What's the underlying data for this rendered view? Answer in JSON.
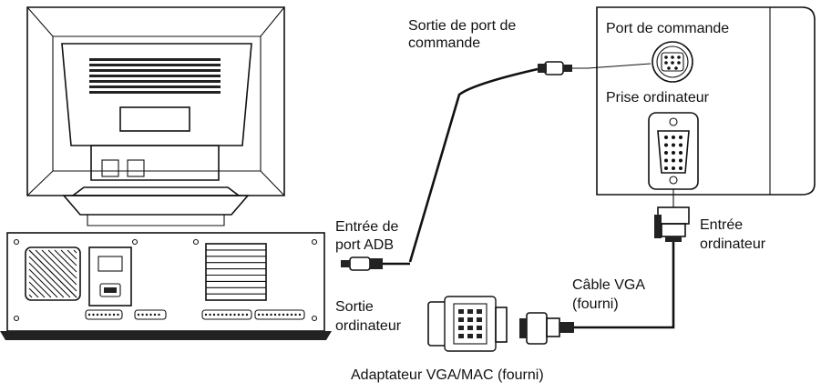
{
  "labels": {
    "command_port_output": [
      "Sortie de port de",
      "commande"
    ],
    "command_port": "Port de commande",
    "computer_socket": "Prise ordinateur",
    "adb_port_input": [
      "Entrée de",
      "port ADB"
    ],
    "computer_input": [
      "Entrée",
      "ordinateur"
    ],
    "vga_cable": [
      "Câble VGA",
      "(fourni)"
    ],
    "computer_output": [
      "Sortie",
      "ordinateur"
    ],
    "vga_mac_adapter": "Adaptateur VGA/MAC (fourni)"
  },
  "colors": {
    "line": "#111111",
    "background": "#ffffff"
  }
}
